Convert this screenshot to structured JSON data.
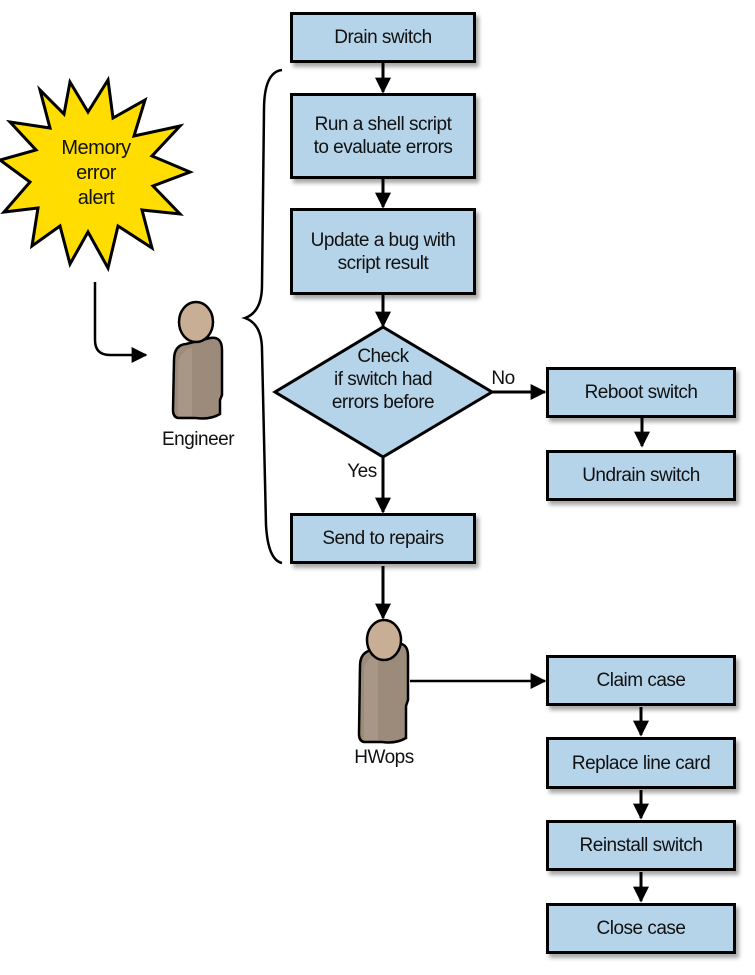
{
  "alert": {
    "text": "Memory\nerror\nalert",
    "fill": "#ffdd00"
  },
  "actors": {
    "engineer": {
      "label": "Engineer"
    },
    "hwops": {
      "label": "HWops"
    }
  },
  "engineer_steps": [
    {
      "id": "drain",
      "text": "Drain switch"
    },
    {
      "id": "run-script",
      "text": "Run a shell script\nto evaluate errors"
    },
    {
      "id": "update-bug",
      "text": "Update a bug with\nscript result"
    }
  ],
  "decision": {
    "text": "Check\nif switch had\nerrors before",
    "yes_label": "Yes",
    "no_label": "No"
  },
  "no_branch": [
    {
      "id": "reboot",
      "text": "Reboot switch"
    },
    {
      "id": "undrain",
      "text": "Undrain switch"
    }
  ],
  "send_repairs": {
    "text": "Send to repairs"
  },
  "hwops_steps": [
    {
      "id": "claim",
      "text": "Claim case"
    },
    {
      "id": "replace",
      "text": "Replace line card"
    },
    {
      "id": "reinstall",
      "text": "Reinstall switch"
    },
    {
      "id": "close",
      "text": "Close case"
    }
  ],
  "colors": {
    "box_fill": "#b5d4ea",
    "person_body": "#9c8b7b",
    "person_head": "#c8ae94",
    "stroke": "#000000"
  }
}
